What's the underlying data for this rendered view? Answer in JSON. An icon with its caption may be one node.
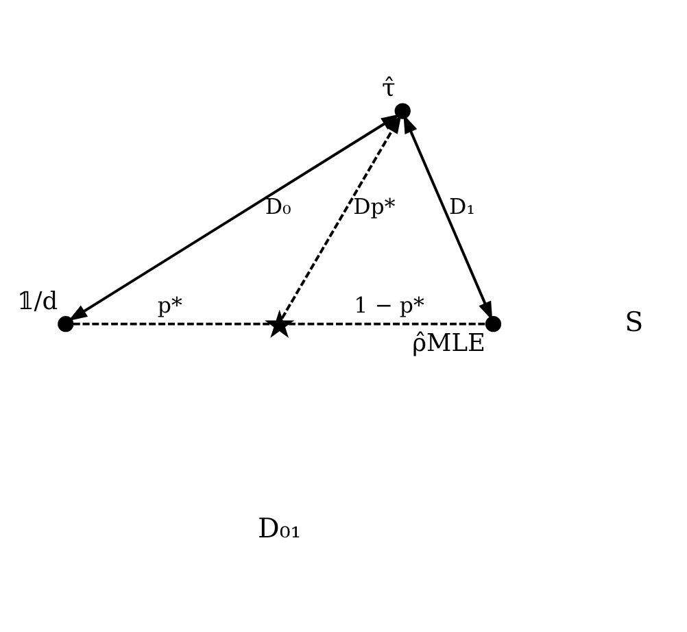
{
  "diagram": {
    "nodes": [
      {
        "text": [
          "τ̂"
        ]
      },
      {
        "text": [
          "𝟙/d"
        ]
      },
      {
        "text": [],
        "shape": "star"
      },
      {
        "text": [
          "ρ̂MLE"
        ]
      }
    ],
    "edges": [
      {
        "from": 1,
        "to": 0,
        "arrow": "both",
        "label": "D₀"
      },
      {
        "from": 0,
        "to": 3,
        "arrow": "both",
        "label": "D₁"
      },
      {
        "from": 2,
        "to": 0,
        "arrow": "to",
        "label": "Dp*",
        "style": "dashed"
      },
      {
        "from": 1,
        "to": 2,
        "arrow": "none",
        "label": "p*",
        "style": "dashed"
      },
      {
        "from": 2,
        "to": 3,
        "arrow": "none",
        "label": "1 − p*",
        "style": "dashed"
      }
    ],
    "labels": [
      "S",
      "D₀₁"
    ]
  }
}
